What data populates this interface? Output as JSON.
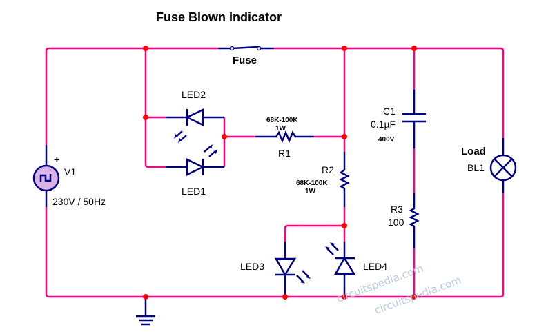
{
  "title": "Fuse Blown Indicator",
  "colors": {
    "wire": "#ff007f",
    "component": "#000080",
    "junction": "#ff0000",
    "source_fill": "#d9b3e6"
  },
  "components": {
    "fuse": {
      "label": "Fuse"
    },
    "led1": {
      "label": "LED1"
    },
    "led2": {
      "label": "LED2"
    },
    "led3": {
      "label": "LED3"
    },
    "led4": {
      "label": "LED4"
    },
    "r1": {
      "label": "R1",
      "value": "68K-100K",
      "rating": "1W"
    },
    "r2": {
      "label": "R2",
      "value": "68K-100K",
      "rating": "1W"
    },
    "r3": {
      "label": "R3",
      "value": "100"
    },
    "c1": {
      "label": "C1",
      "value": "0.1µF",
      "rating": "400V"
    },
    "v1": {
      "label": "V1",
      "value": "230V / 50Hz",
      "polarity": "+"
    },
    "load": {
      "title": "Load",
      "label": "BL1"
    },
    "ground": {
      "icon": "ground-icon"
    }
  },
  "watermarks": [
    "circuitspedia.com",
    "circuitspedia.com"
  ]
}
